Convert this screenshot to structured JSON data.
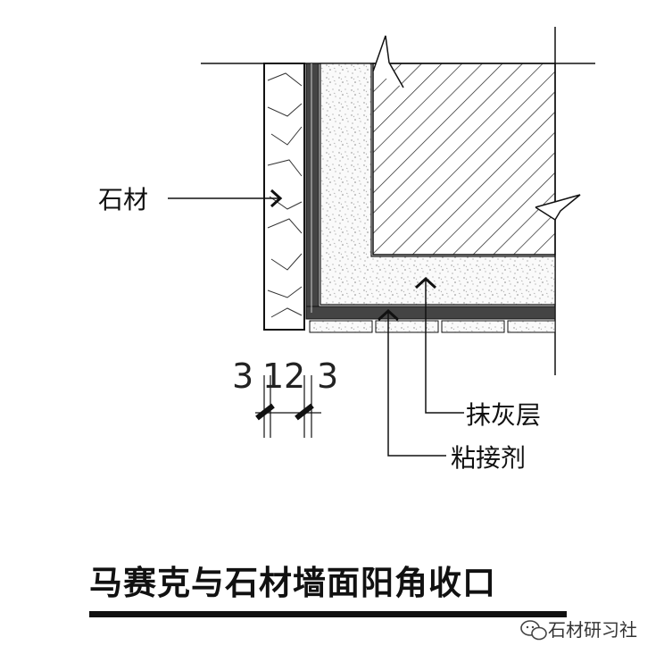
{
  "labels": {
    "stone": "石材",
    "plaster_layer": "抹灰层",
    "adhesive": "粘接剂"
  },
  "dimension_labels": [
    "3",
    "1",
    "2",
    "3"
  ],
  "title": "马赛克与石材墙面阳角收口",
  "watermark": "石材研习社",
  "icons": {
    "watermark": "wechat-icon"
  },
  "colors": {
    "line": "#111111",
    "hatch": "#222222",
    "fill_grain": "#888888"
  }
}
